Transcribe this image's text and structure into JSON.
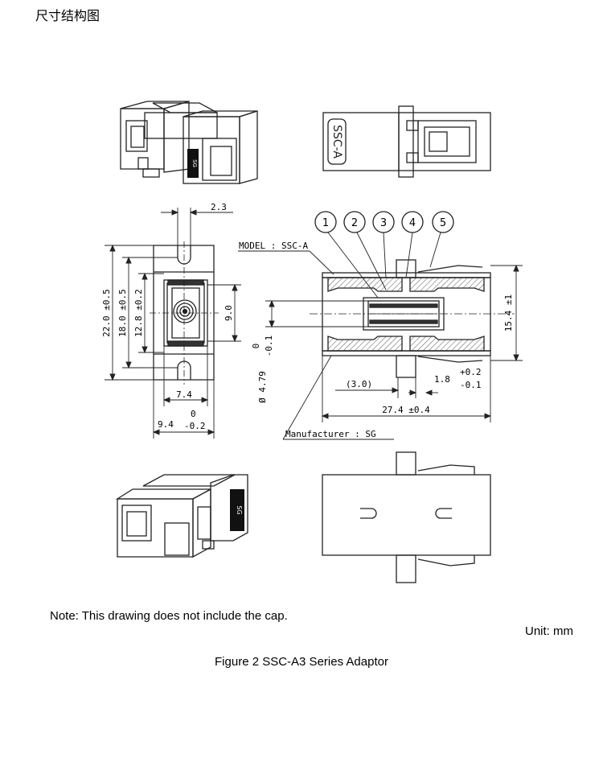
{
  "heading": "尺寸结构图",
  "top_view": {
    "label": "SSC-A"
  },
  "left_view": {
    "dims": {
      "d_2_3": "2.3",
      "d_22": "22.0 ±0.5",
      "d_18": "18.0 ±0.5",
      "d_12_8": "12.8 ±0.2",
      "d_9": "9.0",
      "d_7_4": "7.4",
      "d_9_4": "9.4",
      "d_9_4_up": "0",
      "d_9_4_lo": "-0.2"
    }
  },
  "section_view": {
    "balloons": [
      "1",
      "2",
      "3",
      "4",
      "5"
    ],
    "model_label": "MODEL : SSC-A",
    "manufacturer_label": "Manufacturer : SG",
    "dims": {
      "d_15_4": "15.4 ±1",
      "d_4_79_up": "0",
      "d_4_79_lo": "-0.1",
      "d_4_79": "Ø 4.79",
      "d_3": "(3.0)",
      "d_1_8": "1.8",
      "d_1_8_up": "+0.2",
      "d_1_8_lo": "-0.1",
      "d_27_4": "27.4 ±0.4"
    }
  },
  "iso_view": {
    "label": "SG"
  },
  "note": "Note: This drawing does not include the cap.",
  "unit": "Unit: mm",
  "caption": "Figure 2    SSC-A3 Series Adaptor"
}
